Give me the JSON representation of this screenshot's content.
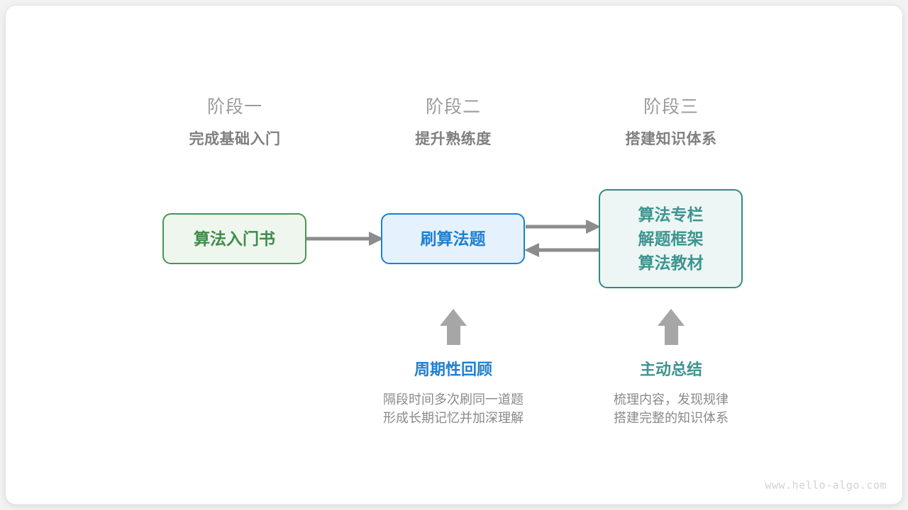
{
  "canvas": {
    "background": "#f2f2f2",
    "card_background": "#ffffff"
  },
  "palette": {
    "green": "#3f8c49",
    "green_border": "#4d9455",
    "green_fill": "#eef6ee",
    "blue": "#1f7fd0",
    "blue_border": "#1a80d4",
    "blue_fill": "#e5f2fd",
    "teal": "#3d9490",
    "teal_border": "#2f8b85",
    "teal_fill": "#edf6f4",
    "arrow_gray": "#8c8c8c",
    "kicker_gray": "#9b9b9b",
    "title_gray": "#7f7f7f",
    "desc_gray": "#8a8a8a",
    "watermark_gray": "#d2d2d2"
  },
  "phases": [
    {
      "kicker": "阶段一",
      "title": "完成基础入门"
    },
    {
      "kicker": "阶段二",
      "title": "提升熟练度"
    },
    {
      "kicker": "阶段三",
      "title": "搭建知识体系"
    }
  ],
  "nodes": {
    "book": {
      "lines": [
        "算法入门书"
      ]
    },
    "practice": {
      "lines": [
        "刷算法题"
      ]
    },
    "resources": {
      "lines": [
        "算法专栏",
        "解题框架",
        "算法教材"
      ]
    }
  },
  "annotations": [
    {
      "title": "周期性回顾",
      "desc_lines": [
        "隔段时间多次刷同一道题",
        "形成长期记忆并加深理解"
      ],
      "color": "blue"
    },
    {
      "title": "主动总结",
      "desc_lines": [
        "梳理内容，发现规律",
        "搭建完整的知识体系"
      ],
      "color": "teal"
    }
  ],
  "arrows": [
    {
      "name": "book-to-practice",
      "direction": "right"
    },
    {
      "name": "practice-to-resources",
      "direction": "right"
    },
    {
      "name": "resources-to-practice",
      "direction": "left"
    },
    {
      "name": "review-up-arrow",
      "direction": "up"
    },
    {
      "name": "summary-up-arrow",
      "direction": "up"
    }
  ],
  "watermark": "www.hello-algo.com"
}
